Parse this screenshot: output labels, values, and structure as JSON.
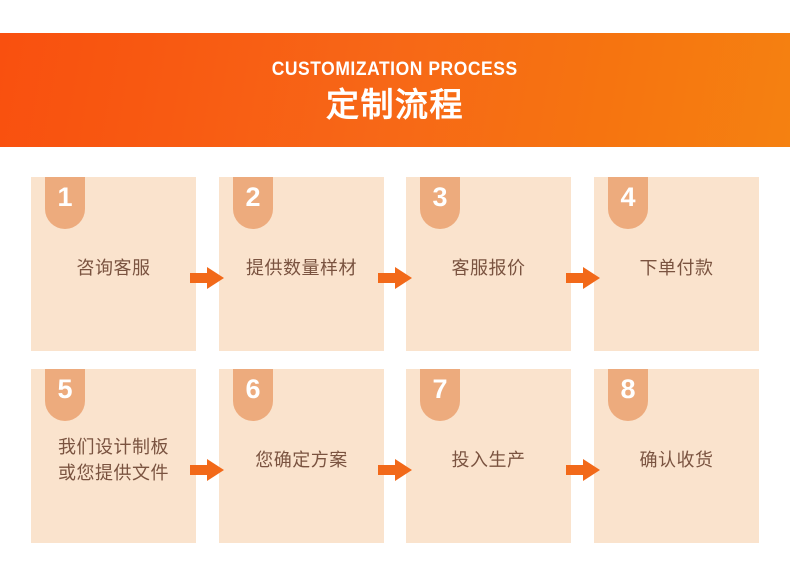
{
  "banner": {
    "subtitle": "CUSTOMIZATION PROCESS",
    "title": "定制流程",
    "gradient_from": "#F9500F",
    "gradient_to": "#F58111",
    "text_color": "#FFFFFF"
  },
  "theme": {
    "card_background": "#FAE3CD",
    "badge_background": "#EDAB7D",
    "badge_text_color": "#FFFFFF",
    "label_text_color": "#7A5340",
    "arrow_color": "#F26919",
    "page_background": "#FFFFFF"
  },
  "steps": [
    {
      "number": "1",
      "label": "咨询客服"
    },
    {
      "number": "2",
      "label": "提供数量样材"
    },
    {
      "number": "3",
      "label": "客服报价"
    },
    {
      "number": "4",
      "label": "下单付款"
    },
    {
      "number": "5",
      "label": "我们设计制板\n或您提供文件"
    },
    {
      "number": "6",
      "label": "您确定方案"
    },
    {
      "number": "7",
      "label": "投入生产"
    },
    {
      "number": "8",
      "label": "确认收货"
    }
  ],
  "arrows": [
    {
      "name": "arrow-step1-to-step2"
    },
    {
      "name": "arrow-step2-to-step3"
    },
    {
      "name": "arrow-step3-to-step4"
    },
    {
      "name": "arrow-step5-to-step6"
    },
    {
      "name": "arrow-step6-to-step7"
    },
    {
      "name": "arrow-step7-to-step8"
    }
  ]
}
